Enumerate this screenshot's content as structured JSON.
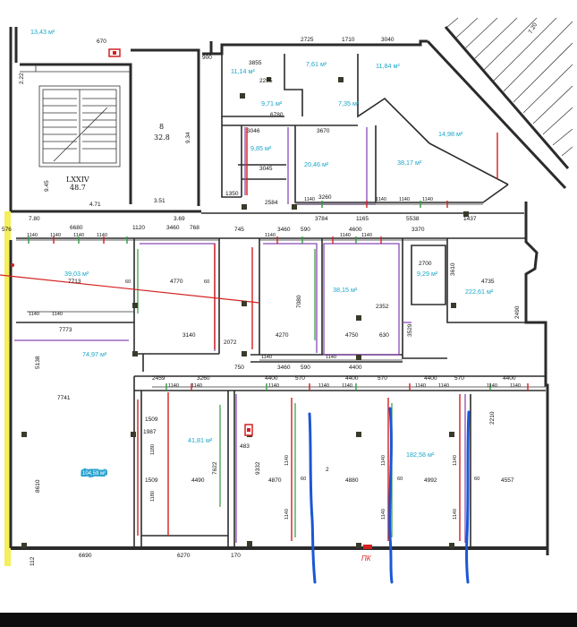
{
  "areas": {
    "a1343": "13,43 м²",
    "a1114": "11,14 м²",
    "a761": "7,61 м²",
    "a1184": "11,84 м²",
    "a971": "9,71 м²",
    "a735": "7,35 м²",
    "a985": "9,85 м²",
    "a2046": "20,46 м²",
    "a3817": "38,17 м²",
    "a1498": "14,98 м²",
    "a3903": "39,03 м²",
    "a3815": "38,15 м²",
    "a929": "9,29 м²",
    "a22261": "222,61 м²",
    "a7497": "74,97 м²",
    "a4181": "41,81 м²",
    "a18258": "182,58 м²",
    "a10459": "104,59 м²"
  },
  "rooms": {
    "lxxiv": "LXXIV",
    "r487": "48.7",
    "r8": "8",
    "r328": "32.8"
  },
  "dims_left": {
    "d945": "9.45",
    "d471": "4.71",
    "d351": "3.51",
    "d780": "7.80",
    "d369": "3.69",
    "d934": "9.34",
    "d222": "2.22",
    "d720": "7.20"
  },
  "dims_top": {
    "d2725": "2725",
    "d1710": "1710",
    "d3040": "3040",
    "d670": "670",
    "d900": "900",
    "d3855": "3855",
    "d2255": "2255",
    "d6780": "6780",
    "d3046": "3046",
    "d3670": "3670",
    "d3045": "3045",
    "d2584": "2584",
    "d3784": "3784",
    "d5538": "5538",
    "d1437": "1437",
    "d1350": "1350",
    "d3260": "3260",
    "d1165": "1165"
  },
  "dims_mid": {
    "d576": "576",
    "d6680": "6680",
    "d1120": "1120",
    "d3460": "3460",
    "d768": "768",
    "d745": "745",
    "d3460b": "3460",
    "d590": "590",
    "d4600": "4600",
    "d3370": "3370",
    "d7713": "7713",
    "d4770": "4770",
    "d7773": "7773",
    "d3140": "3140",
    "d2072": "2072",
    "d4270": "4270",
    "d4750": "4750",
    "d630": "630",
    "d2352": "2352",
    "d2700": "2700",
    "d4735": "4735",
    "d3610": "3610",
    "d2490": "2490",
    "d7080": "7080",
    "d3529": "3529",
    "d750": "750",
    "d3460c": "3460",
    "d590b": "590",
    "d4400": "4400",
    "d2459": "2459",
    "d3260b": "3260",
    "d7741": "7741",
    "d4400b": "4400",
    "d570": "570",
    "d4400c": "4400",
    "d570b": "570",
    "d4400d": "4400",
    "d570c": "570",
    "d4400e": "4400"
  },
  "dims_low": {
    "d1509": "1509",
    "d1987": "1987",
    "d4490": "4490",
    "d1509b": "1509",
    "d4870": "4870",
    "d4880": "4880",
    "d4992": "4992",
    "d4557": "4557",
    "d9332": "9332",
    "d7622": "7622",
    "d483": "483",
    "d8610": "8610",
    "d5138": "5138",
    "d6690": "6690",
    "d6270": "6270",
    "d112": "112",
    "d170": "170",
    "d2210": "2210"
  },
  "seg_1140": "1140",
  "seg_1180": "1180",
  "seg_60": "60",
  "label_pk": "ПК",
  "marker_2": "2",
  "colors": {
    "wall": "#2b2b2b",
    "area_text": "#1aa6c8",
    "blue_marker": "#1a57d6",
    "red_line": "#d42020",
    "yellow_strip": "#f4ef5a",
    "purple": "#8a4bb5",
    "green": "#2e9b3f"
  }
}
